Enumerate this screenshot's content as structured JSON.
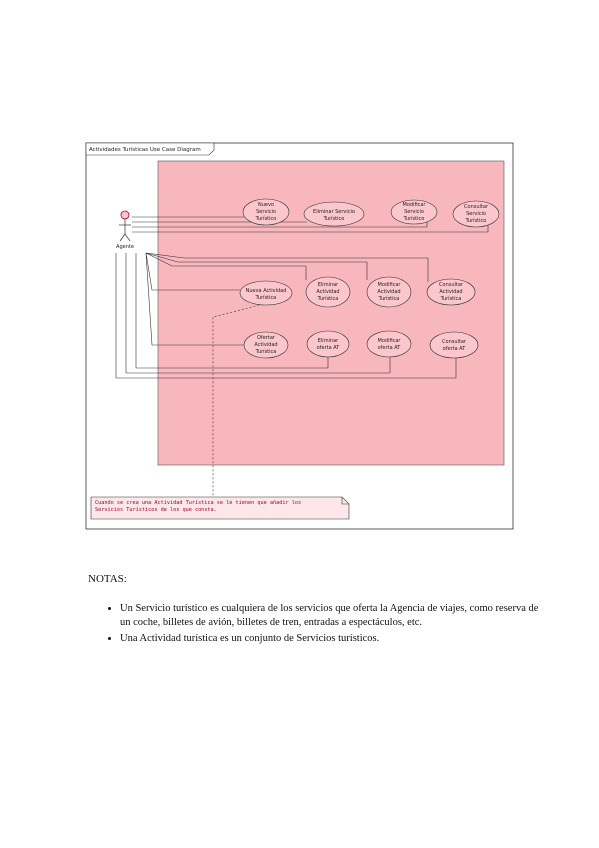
{
  "diagram": {
    "frame_title": "Actividades Turísticas Use Case Diagram",
    "actor": "Agente",
    "usecases": {
      "nuevo_servicio": [
        "Nuevo",
        "Servicio",
        "Turístico"
      ],
      "eliminar_servicio": [
        "Eliminar Servicio",
        "Turístico"
      ],
      "modificar_servicio": [
        "Modificar",
        "Servicio",
        "Turístico"
      ],
      "consultar_servicio": [
        "Consultar",
        "Servicio",
        "Turístico"
      ],
      "nueva_actividad": [
        "Nueva Actividad",
        "Turística"
      ],
      "eliminar_actividad": [
        "Eliminar",
        "Actividad",
        "Turística"
      ],
      "modificar_actividad": [
        "Modificar",
        "Actividad",
        "Turística"
      ],
      "consultar_actividad": [
        "Consultar",
        "Actividad",
        "Turística"
      ],
      "ofertar_actividad": [
        "Ofertar",
        "Actividad",
        "Turística"
      ],
      "eliminar_oferta": [
        "Eliminar",
        "oferta  AT"
      ],
      "modificar_oferta": [
        "Modificar",
        "oferta AT"
      ],
      "consultar_oferta": [
        "Consultar",
        "oferta AT"
      ]
    },
    "note": [
      "Cuando se crea una Actividad Turística se le tienen que añadir los",
      "Servicios Turísticos de los que consta."
    ],
    "colors": {
      "system_fill": "#f8b7bd",
      "usecase_fill": "#fbc7cc",
      "note_fill": "#fde7ea",
      "note_text": "#a8002a"
    }
  },
  "notes": {
    "title": "NOTAS:",
    "items": [
      "Un Servicio turístico es cualquiera de los servicios que oferta la Agencia de viajes, como reserva de un coche, billetes de avión, billetes de tren, entradas a espectáculos, etc.",
      "Una Actividad turística es un conjunto de Servicios turísticos."
    ]
  }
}
